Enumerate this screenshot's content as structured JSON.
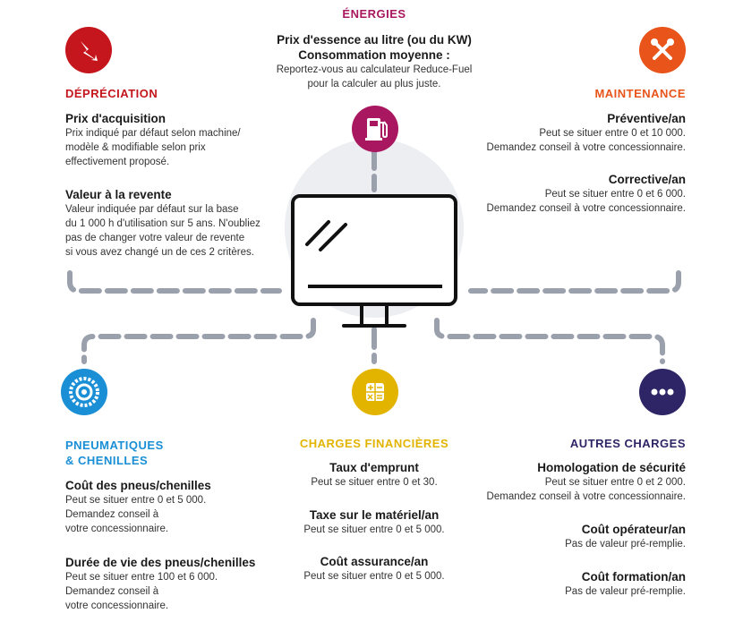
{
  "colors": {
    "energies": "#a8175f",
    "depreciation": "#c4161c",
    "maintenance": "#e8541a",
    "pneumatiques": "#1a8fd6",
    "charges": "#e2b400",
    "autres": "#2e2566",
    "connector": "#9aa0ac"
  },
  "energies": {
    "icon": "fuel-pump-icon",
    "title": "ÉNERGIES",
    "h1": "Prix d'essence au litre (ou du KW)",
    "h2": "Consommation moyenne :",
    "desc": "Reportez-vous au calculateur Reduce-Fuel\npour la calculer au plus juste."
  },
  "depreciation": {
    "icon": "lightning-icon",
    "title": "DÉPRÉCIATION",
    "items": [
      {
        "heading": "Prix d'acquisition",
        "desc": "Prix indiqué par défaut selon machine/\nmodèle & modifiable selon prix\neffectivement proposé."
      },
      {
        "heading": "Valeur à la revente",
        "desc": "Valeur indiquée par défaut sur la base\ndu 1 000 h d'utilisation sur 5 ans. N'oubliez\npas de changer votre valeur de revente\nsi vous avez changé un de ces 2 critères."
      }
    ]
  },
  "maintenance": {
    "icon": "tools-icon",
    "title": "MAINTENANCE",
    "items": [
      {
        "heading": "Préventive/an",
        "desc": "Peut se situer entre 0 et 10 000.\nDemandez conseil à votre concessionnaire."
      },
      {
        "heading": "Corrective/an",
        "desc": "Peut se situer entre 0 et 6 000.\nDemandez conseil à votre concessionnaire."
      }
    ]
  },
  "pneumatiques": {
    "icon": "tire-icon",
    "title1": "PNEUMATIQUES",
    "title2": "& CHENILLES",
    "items": [
      {
        "heading": "Coût des pneus/chenilles",
        "desc": "Peut se situer entre 0 et 5 000.\nDemandez conseil à\nvotre concessionnaire."
      },
      {
        "heading": "Durée de vie des pneus/chenilles",
        "desc": "Peut se situer entre 100 et 6 000.\nDemandez conseil à\nvotre concessionnaire."
      }
    ]
  },
  "charges": {
    "icon": "calculator-icon",
    "title": "CHARGES FINANCIÈRES",
    "items": [
      {
        "heading": "Taux d'emprunt",
        "desc": "Peut se situer entre 0 et 30."
      },
      {
        "heading": "Taxe sur le matériel/an",
        "desc": "Peut se situer entre 0 et 5 000."
      },
      {
        "heading": "Coût assurance/an",
        "desc": "Peut se situer entre 0 et 5 000."
      }
    ]
  },
  "autres": {
    "icon": "more-dots-icon",
    "title": "AUTRES CHARGES",
    "items": [
      {
        "heading": "Homologation de sécurité",
        "desc": "Peut se situer entre 0 et 2 000.\nDemandez conseil à votre concessionnaire."
      },
      {
        "heading": "Coût opérateur/an",
        "desc": "Pas de valeur pré-remplie."
      },
      {
        "heading": "Coût formation/an",
        "desc": "Pas de valeur pré-remplie."
      }
    ]
  },
  "center": {
    "icon": "computer-monitor-icon"
  }
}
